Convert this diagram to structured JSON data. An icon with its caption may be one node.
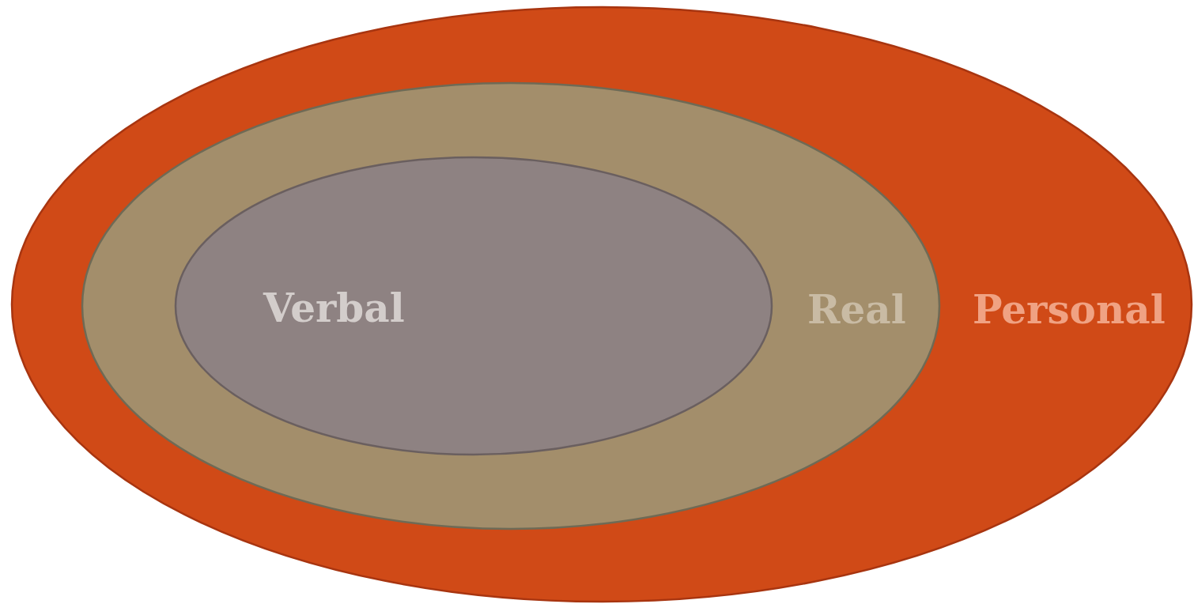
{
  "diagram": {
    "nodes": [
      {
        "text": [
          "Personal"
        ]
      },
      {
        "text": [
          "Real"
        ],
        "in": 0
      },
      {
        "text": [
          "Verbal"
        ],
        "in": 1
      }
    ]
  }
}
